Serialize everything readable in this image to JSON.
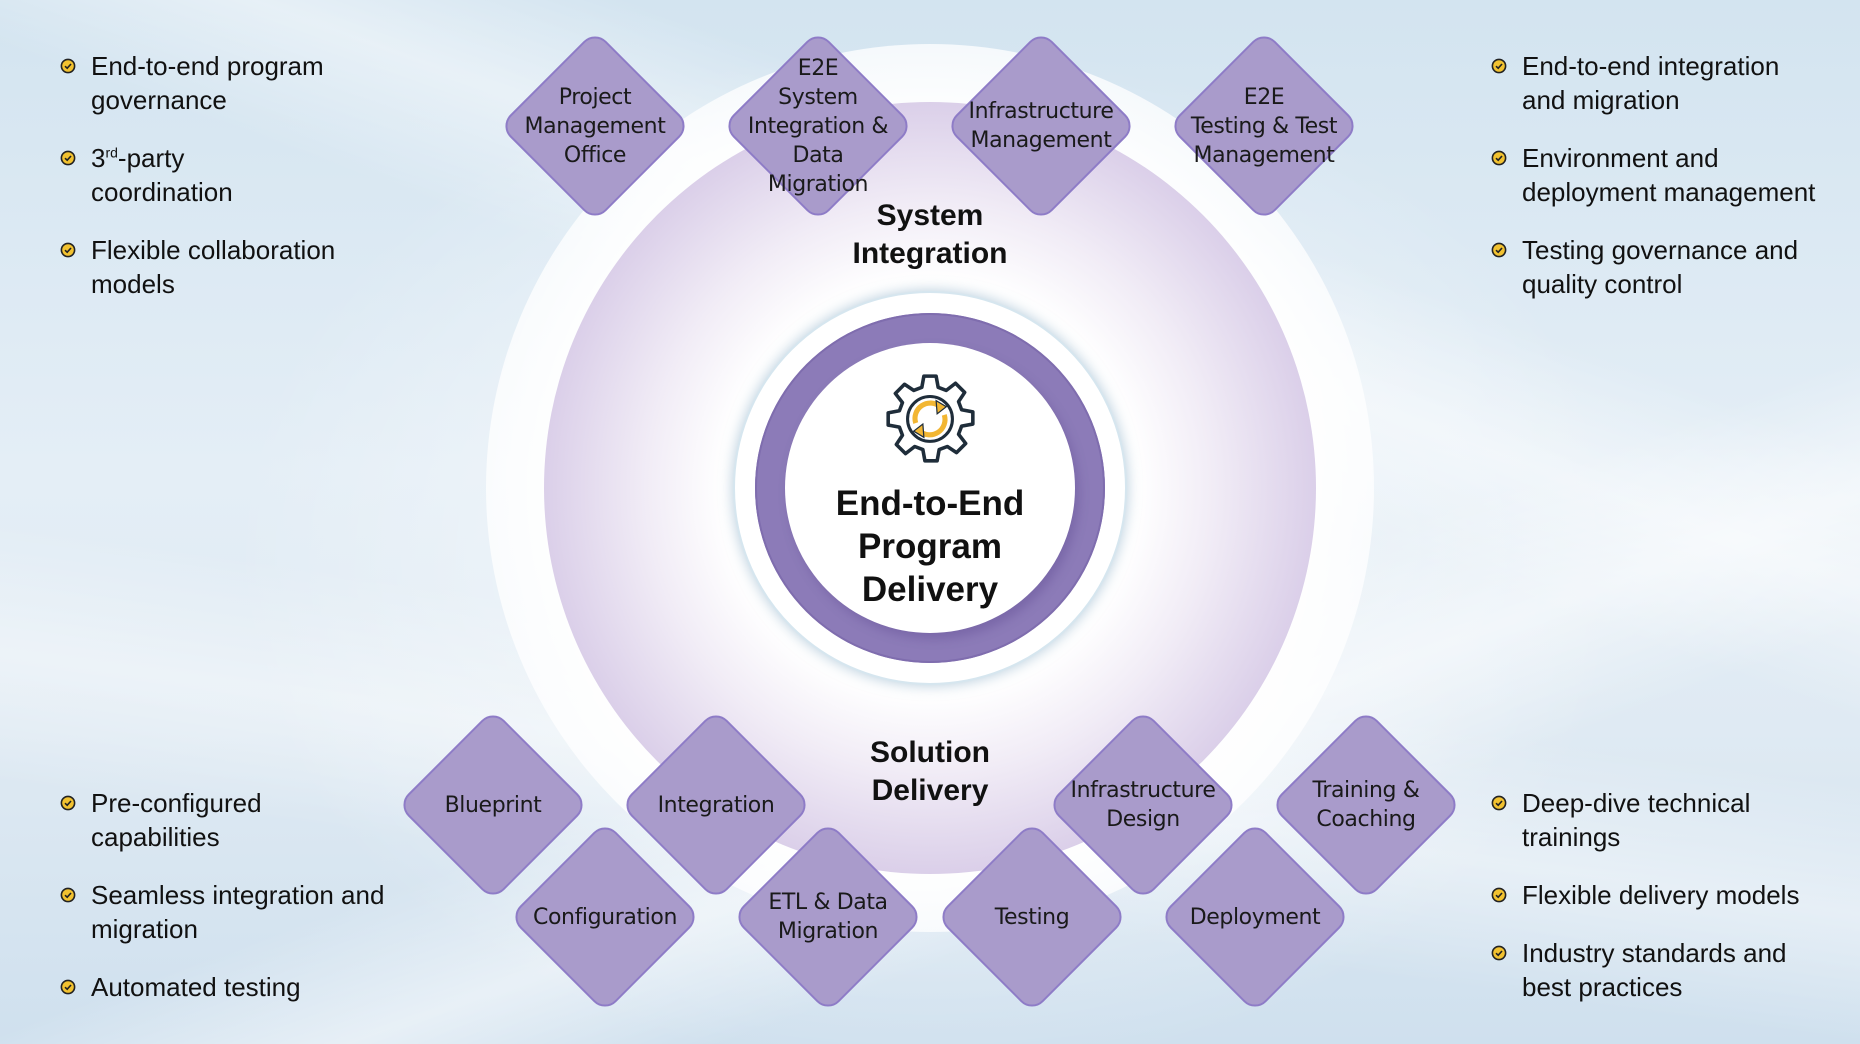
{
  "center": {
    "title_lines": [
      "End-to-End",
      "Program",
      "Delivery"
    ],
    "icon": "gear-refresh-icon"
  },
  "sections": {
    "system_integration": {
      "label_lines": [
        "System",
        "Integration"
      ]
    },
    "solution_delivery": {
      "label_lines": [
        "Solution",
        "Delivery"
      ]
    }
  },
  "top_diamonds": [
    {
      "lines": [
        "Project",
        "Management",
        "Office"
      ]
    },
    {
      "lines": [
        "E2E",
        "System",
        "Integration &",
        "Data",
        "Migration"
      ]
    },
    {
      "lines": [
        "Infrastructure",
        "Management"
      ]
    },
    {
      "lines": [
        "E2E",
        "Testing & Test",
        "Management"
      ]
    }
  ],
  "bottom_diamonds": [
    {
      "lines": [
        "Blueprint"
      ]
    },
    {
      "lines": [
        "Integration"
      ]
    },
    {
      "lines": [
        "Configuration"
      ]
    },
    {
      "lines": [
        "ETL & Data",
        "Migration"
      ]
    },
    {
      "lines": [
        "Testing"
      ]
    },
    {
      "lines": [
        "Infrastructure",
        "Design"
      ]
    },
    {
      "lines": [
        "Training &",
        "Coaching"
      ]
    },
    {
      "lines": [
        "Deployment"
      ]
    }
  ],
  "bullets": {
    "top_left": [
      {
        "lines": [
          "End-to-end program",
          "governance"
        ]
      },
      {
        "pre": "3",
        "sup": "rd",
        "post": "-party",
        "lines2": [
          "coordination"
        ]
      },
      {
        "lines": [
          "Flexible collaboration",
          "models"
        ]
      }
    ],
    "top_right": [
      {
        "lines": [
          "End-to-end integration",
          "and migration"
        ]
      },
      {
        "lines": [
          "Environment and",
          "deployment management"
        ]
      },
      {
        "lines": [
          "Testing governance and",
          "quality control"
        ]
      }
    ],
    "bottom_left": [
      {
        "lines": [
          "Pre-configured",
          "capabilities"
        ]
      },
      {
        "lines": [
          "Seamless integration and",
          "migration"
        ]
      },
      {
        "lines": [
          "Automated testing"
        ]
      }
    ],
    "bottom_right": [
      {
        "lines": [
          "Deep-dive technical",
          "trainings"
        ]
      },
      {
        "lines": [
          "Flexible delivery models"
        ]
      },
      {
        "lines": [
          "Industry standards and",
          "best practices"
        ]
      }
    ]
  },
  "colors": {
    "diamond_fill": "#a99bcb",
    "diamond_border": "#8e7cc7",
    "ring": "#8c7bb8",
    "check_fill": "#f2c230",
    "gear_stroke": "#1f2d3a",
    "arrow_color": "#f2b632"
  }
}
